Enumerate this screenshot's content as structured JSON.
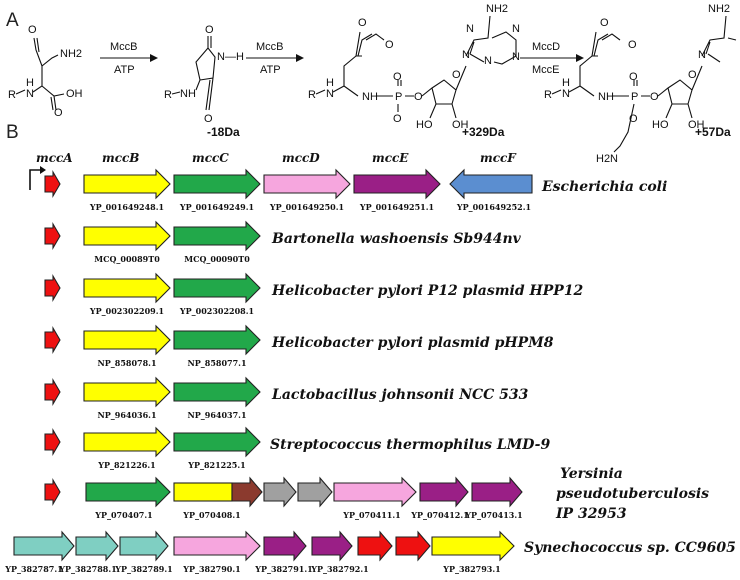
{
  "panels": {
    "a": "A",
    "b": "B"
  },
  "reaction": {
    "steps": [
      {
        "enzyme_top": "MccB",
        "enzyme_bottom": "ATP"
      },
      {
        "enzyme_top": "MccB",
        "enzyme_bottom": "ATP"
      },
      {
        "enzyme_top": "MccD",
        "enzyme_bottom": "MccE"
      }
    ],
    "mass_shifts": [
      "-18Da",
      "+329Da",
      "+57Da"
    ],
    "atoms": {
      "R": "R",
      "N": "N",
      "H": "H",
      "NH2": "NH2",
      "OH": "OH",
      "O": "O",
      "NH": "NH",
      "N_H": "N—H",
      "P": "P",
      "H2N": "H2N",
      "HO": "HO"
    }
  },
  "gene_labels": [
    "mccA",
    "mccB",
    "mccC",
    "mccD",
    "mccE",
    "mccF"
  ],
  "colors": {
    "mccA": "#ee1111",
    "mccB": "#ffff00",
    "mccC": "#22a84a",
    "mccD": "#f6a6de",
    "mccE": "#9a1f86",
    "mccF": "#5b8ed0",
    "brown": "#8b3a2e",
    "gray": "#a0a0a0",
    "teal": "#7fcfc2"
  },
  "clusters": [
    {
      "organism": [
        "Escherichia coli"
      ],
      "genes": [
        {
          "color": "mccA"
        },
        {
          "color": "mccB",
          "acc": "YP_001649248.1"
        },
        {
          "color": "mccC",
          "acc": "YP_001649249.1"
        },
        {
          "color": "mccD",
          "acc": "YP_001649250.1"
        },
        {
          "color": "mccE",
          "acc": "YP_001649251.1"
        },
        {
          "color": "mccF",
          "acc": "YP_001649252.1"
        }
      ]
    },
    {
      "organism": [
        "Bartonella washoensis Sb944nv"
      ],
      "genes": [
        {
          "color": "mccA"
        },
        {
          "color": "mccB",
          "acc": "MCQ_00089T0"
        },
        {
          "color": "mccC",
          "acc": "MCQ_00090T0"
        }
      ]
    },
    {
      "organism": [
        "Helicobacter pylori P12 plasmid HPP12"
      ],
      "genes": [
        {
          "color": "mccA"
        },
        {
          "color": "mccB",
          "acc": "YP_002302209.1"
        },
        {
          "color": "mccC",
          "acc": "YP_002302208.1"
        }
      ]
    },
    {
      "organism": [
        "Helicobacter pylori plasmid pHPM8"
      ],
      "genes": [
        {
          "color": "mccA"
        },
        {
          "color": "mccB",
          "acc": "NP_858078.1"
        },
        {
          "color": "mccC",
          "acc": "NP_858077.1"
        }
      ]
    },
    {
      "organism": [
        "Lactobacillus johnsonii NCC 533"
      ],
      "genes": [
        {
          "color": "mccA"
        },
        {
          "color": "mccB",
          "acc": "NP_964036.1"
        },
        {
          "color": "mccC",
          "acc": "NP_964037.1"
        }
      ]
    },
    {
      "organism": [
        "Streptococcus thermophilus LMD-9"
      ],
      "genes": [
        {
          "color": "mccA"
        },
        {
          "color": "mccB",
          "acc": "YP_821226.1"
        },
        {
          "color": "mccC",
          "acc": "YP_821225.1"
        }
      ]
    },
    {
      "organism": [
        "Yersinia",
        "pseudotuberculosis",
        "IP 32953"
      ],
      "genes": [
        {
          "color": "mccA"
        },
        {
          "color": "mccC",
          "acc": "YP_070407.1"
        },
        {
          "color": "mccB+brown",
          "acc": "YP_070408.1"
        },
        {
          "color": "gray"
        },
        {
          "color": "gray"
        },
        {
          "color": "mccD",
          "acc": "YP_070411.1"
        },
        {
          "color": "mccE",
          "acc": "YP_070412.1"
        },
        {
          "color": "mccE",
          "acc": "YP_070413.1"
        }
      ]
    },
    {
      "organism": [
        "Synechococcus sp. CC9605"
      ],
      "genes": [
        {
          "color": "teal",
          "acc": "YP_382787.1"
        },
        {
          "color": "teal",
          "acc": "YP_382788.1"
        },
        {
          "color": "teal",
          "acc": "YP_382789.1"
        },
        {
          "color": "mccD",
          "acc": "YP_382790.1"
        },
        {
          "color": "mccE",
          "acc": "YP_382791.1"
        },
        {
          "color": "mccE",
          "acc": "YP_382792.1"
        },
        {
          "color": "mccA"
        },
        {
          "color": "mccA"
        },
        {
          "color": "mccB",
          "acc": "YP_382793.1"
        }
      ]
    }
  ]
}
